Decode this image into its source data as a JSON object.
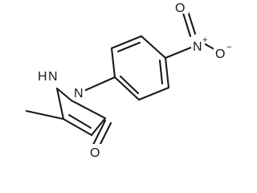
{
  "molecule": {
    "atoms": {
      "nh": "H",
      "nh_n": "N",
      "ring_n": "N",
      "carbonyl_o": "O",
      "nitro_n": "N",
      "nitro_n_charge": "+",
      "nitro_o": "O",
      "nitro_o_charge": "−"
    }
  }
}
